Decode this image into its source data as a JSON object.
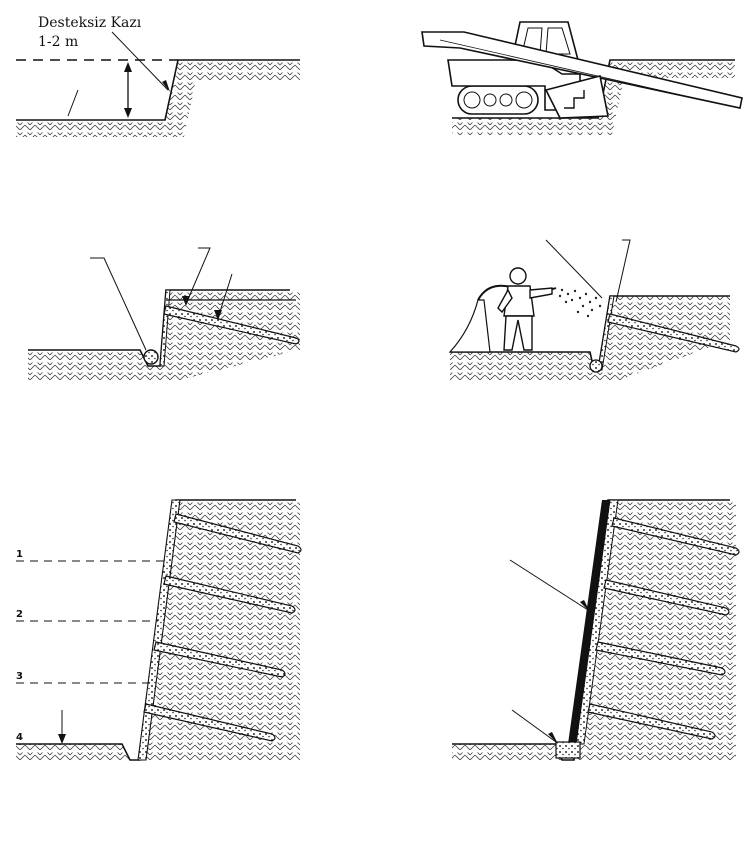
{
  "panel_a": {
    "title_line1": "Desteksiz Kazı",
    "title_line2": "1-2 m"
  },
  "panel_e": {
    "levels": [
      "1",
      "2",
      "3",
      "4"
    ]
  },
  "colors": {
    "ink": "#111111",
    "hatch": "#444444",
    "paper": "#ffffff"
  }
}
